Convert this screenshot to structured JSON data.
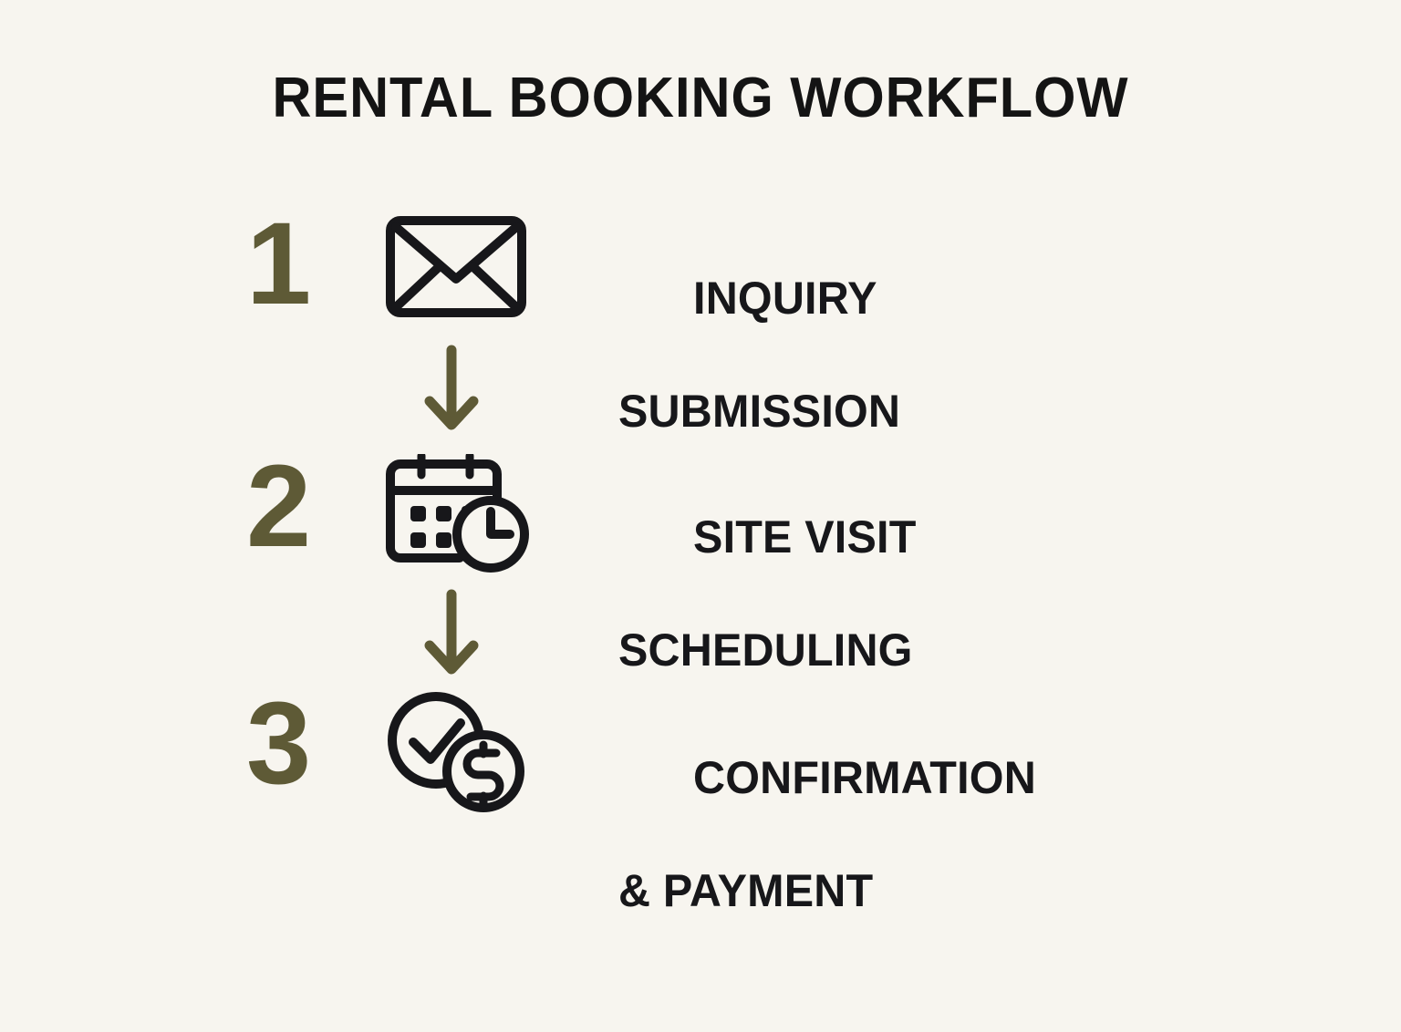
{
  "diagram": {
    "title": "RENTAL BOOKING WORKFLOW",
    "type": "vertical-flow",
    "background_color": "#F7F5EF",
    "number_color": "#5E5A36",
    "text_color": "#17171A",
    "icon_color": "#17171A",
    "arrow_color": "#5E5A36",
    "steps": [
      {
        "number": "1",
        "icon": "envelope-icon",
        "label_line_1": "INQUIRY",
        "label_line_2": "SUBMISSION"
      },
      {
        "number": "2",
        "icon": "calendar-clock-icon",
        "label_line_1": "SITE VISIT",
        "label_line_2": "SCHEDULING"
      },
      {
        "number": "3",
        "icon": "check-circle-dollar-coin-icon",
        "label_line_1": "CONFIRMATION",
        "label_line_2": "& PAYMENT"
      }
    ],
    "connectors": [
      {
        "name": "arrow-down-1",
        "from_step": "1",
        "to_step": "2"
      },
      {
        "name": "arrow-down-2",
        "from_step": "2",
        "to_step": "3"
      }
    ]
  }
}
